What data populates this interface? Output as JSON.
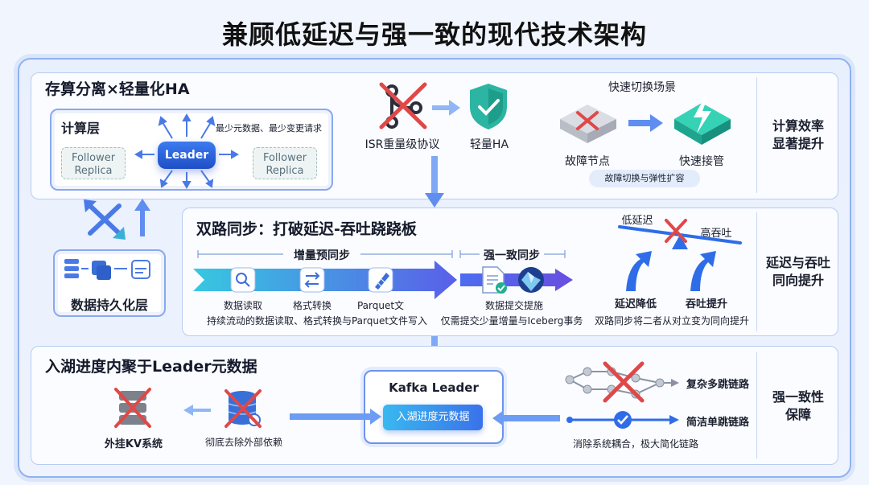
{
  "title": "兼顾低延迟与强一致的现代技术架构",
  "section1": {
    "title": "存算分离×轻量化HA",
    "compute_layer": "计算层",
    "leader": "Leader",
    "follower": "Follower\nReplica",
    "note": "最少元数据、最少变更请求",
    "isr_label": "ISR重量级协议",
    "light_ha_label": "轻量HA",
    "fast_switch_title": "快速切换场景",
    "fault_node": "故障节点",
    "fast_takeover": "快速接管",
    "caption": "故障切换与弹性扩容",
    "side": "计算效率\n显著提升"
  },
  "persistence_layer": "数据持久化层",
  "section2": {
    "title": "双路同步：打破延迟-吞吐跷跷板",
    "incremental_label": "增量预同步",
    "strong_label": "强一致同步",
    "step_read": "数据读取",
    "step_convert": "格式转换",
    "step_parquet": "Parquet文",
    "step_commit": "数据提交提施",
    "desc_left": "持续流动的数据读取、格式转换与Parquet文件写入",
    "desc_right": "仅需提交少量增量与Iceberg事务",
    "low_latency": "低延迟",
    "high_throughput": "高吞吐",
    "latency_down": "延迟降低",
    "throughput_up": "吞吐提升",
    "seesaw_caption": "双路同步将二者从对立变为同向提升",
    "side": "延迟与吞吐\n同向提升"
  },
  "section3": {
    "title": "入湖进度内聚于Leader元数据",
    "kafka_leader": "Kafka Leader",
    "progress_meta": "入湖进度元数据",
    "external_kv": "外挂KV系统",
    "remove_deps": "彻底去除外部依赖",
    "complex_chain": "复杂多跳链路",
    "simple_chain": "简洁单跳链路",
    "chain_caption": "消除系统耦合，极大简化链路",
    "side": "强一致性\n保障"
  },
  "colors": {
    "accent": "#2f6de8",
    "accent_light": "#9cc2ff",
    "cross": "#e04848",
    "check": "#1e9e8a",
    "border": "#8fb2f0"
  },
  "icons": [
    "merge-icon",
    "shield-check-icon",
    "server-icon",
    "lightning-icon",
    "search-doc-icon",
    "convert-icon",
    "parquet-icon",
    "commit-doc-icon",
    "iceberg-icon",
    "database-icon",
    "db-cross-icon",
    "chain-icon",
    "check-circle-icon",
    "arrow-up-icon"
  ]
}
